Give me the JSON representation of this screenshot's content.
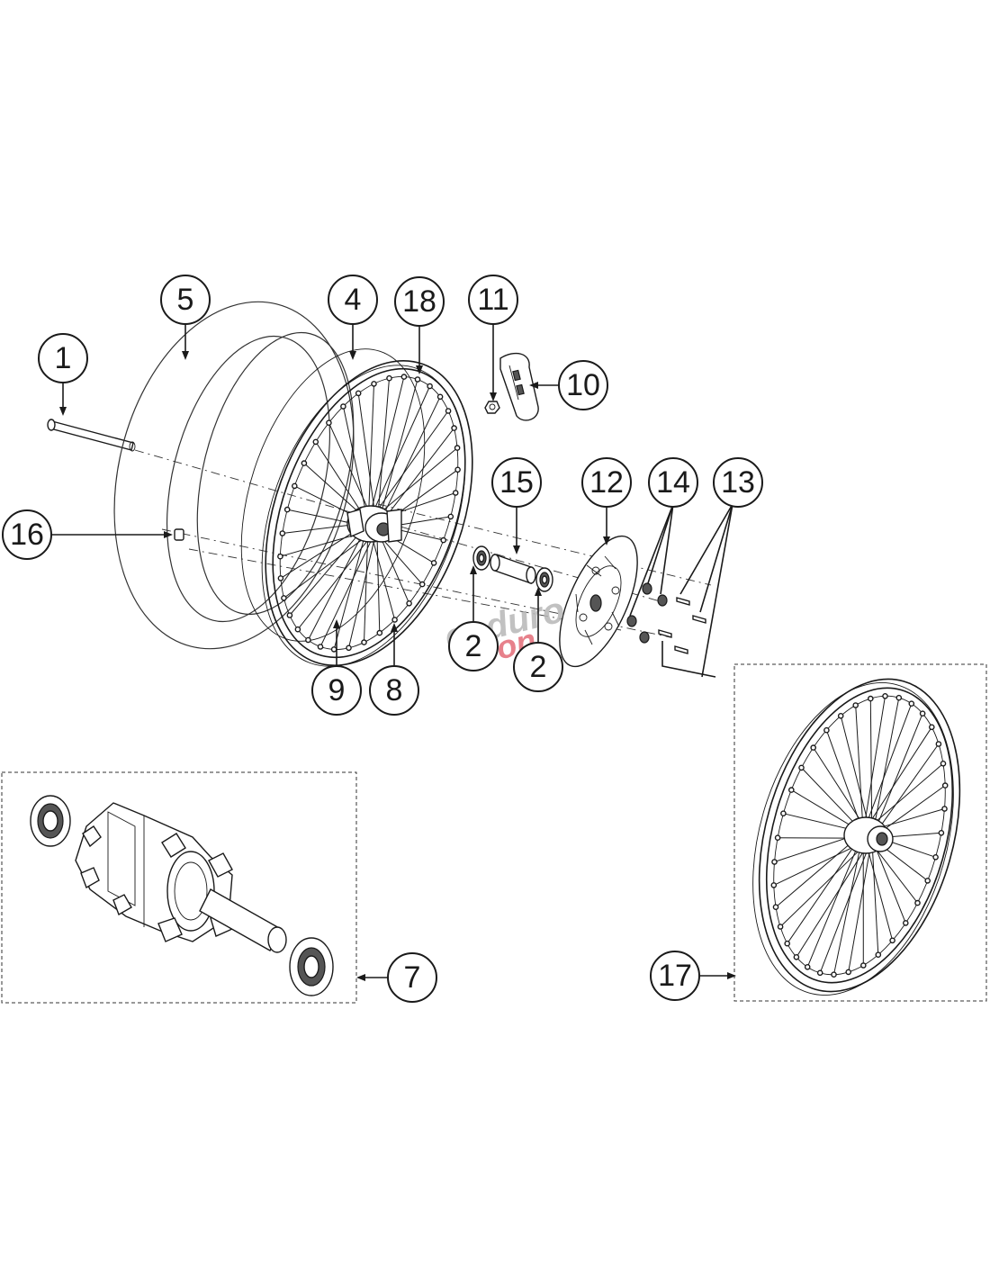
{
  "diagram": {
    "callouts": [
      {
        "id": "c1",
        "label": "1"
      },
      {
        "id": "c5",
        "label": "5"
      },
      {
        "id": "c4",
        "label": "4"
      },
      {
        "id": "c18",
        "label": "18"
      },
      {
        "id": "c11",
        "label": "11"
      },
      {
        "id": "c10",
        "label": "10"
      },
      {
        "id": "c16",
        "label": "16"
      },
      {
        "id": "c15",
        "label": "15"
      },
      {
        "id": "c12",
        "label": "12"
      },
      {
        "id": "c14",
        "label": "14"
      },
      {
        "id": "c13",
        "label": "13"
      },
      {
        "id": "c2a",
        "label": "2"
      },
      {
        "id": "c2b",
        "label": "2"
      },
      {
        "id": "c9",
        "label": "9"
      },
      {
        "id": "c8",
        "label": "8"
      },
      {
        "id": "c7",
        "label": "7"
      },
      {
        "id": "c17",
        "label": "17"
      }
    ],
    "watermark": {
      "line1": "enduro",
      "line2": "leon"
    }
  }
}
